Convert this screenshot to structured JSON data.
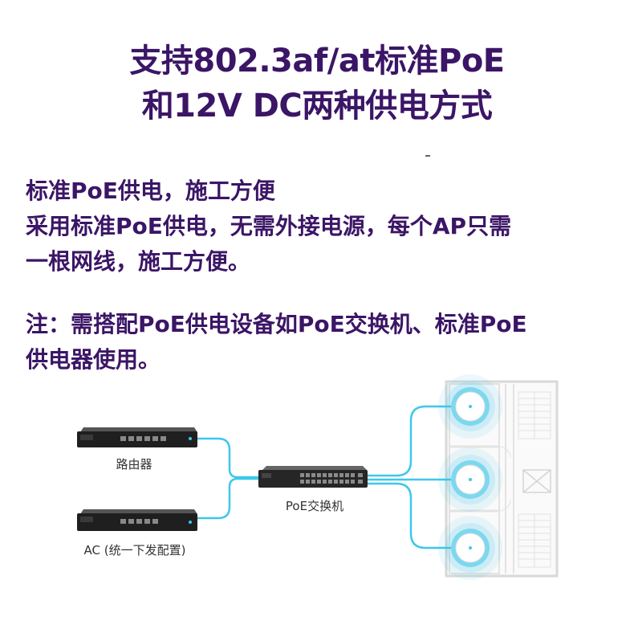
{
  "headline": {
    "line1": "支持802.3af/at标准PoE",
    "line2": "和12V DC两种供电方式"
  },
  "body": {
    "line1": "标准PoE供电，施工方便",
    "line2": "采用标准PoE供电，无需外接电源，每个AP只需",
    "line3": "一根网线，施工方便。",
    "note1": "注：需搭配PoE供电设备如PoE交换机、标准PoE",
    "note2": "供电器使用。"
  },
  "diagram": {
    "router_label": "路由器",
    "ac_label": "AC (统一下发配置)",
    "switch_label": "PoE交换机",
    "cable_color": "#3cc8ea",
    "text_color": "#3b1566"
  }
}
